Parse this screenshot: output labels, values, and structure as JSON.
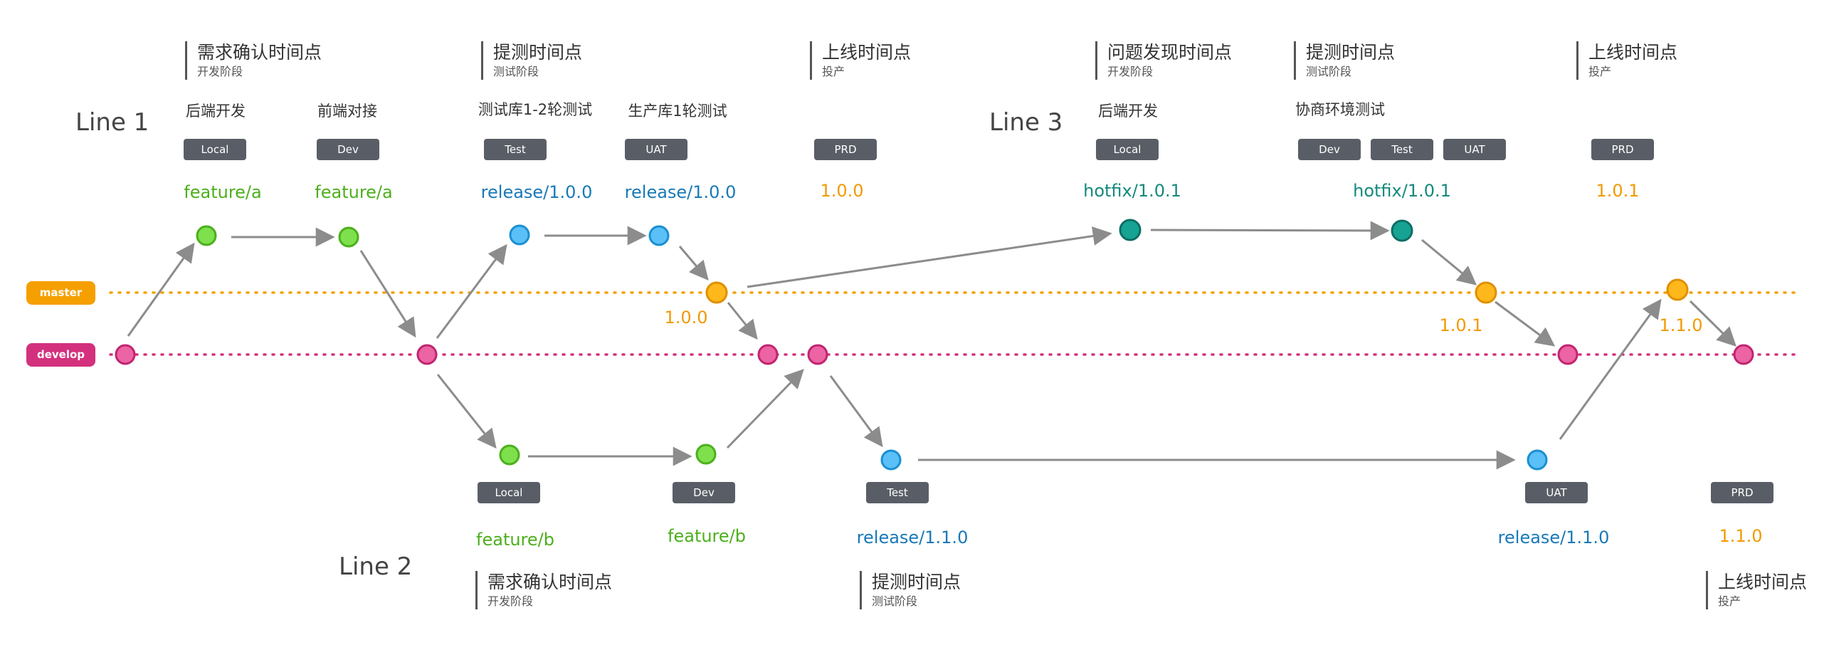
{
  "colors": {
    "master": "#f5a000",
    "develop": "#d3317e",
    "feature": "#4caf1c",
    "release": "#1979b8",
    "hotfix": "#138a7d",
    "version": "#f19a00",
    "arrow": "#8c8c8c",
    "env_tag": "#595e66"
  },
  "lines": {
    "line1": "Line 1",
    "line2": "Line 2",
    "line3": "Line 3"
  },
  "branches": {
    "master": "master",
    "develop": "develop"
  },
  "milestones": {
    "m1": {
      "title": "需求确认时间点",
      "sub": "开发阶段"
    },
    "m2": {
      "title": "提测时间点",
      "sub": "测试阶段"
    },
    "m3": {
      "title": "上线时间点",
      "sub": "投产"
    },
    "m4": {
      "title": "问题发现时间点",
      "sub": "开发阶段"
    },
    "m5": {
      "title": "提测时间点",
      "sub": "测试阶段"
    },
    "m6": {
      "title": "上线时间点",
      "sub": "投产"
    },
    "m7": {
      "title": "需求确认时间点",
      "sub": "开发阶段"
    },
    "m8": {
      "title": "提测时间点",
      "sub": "测试阶段"
    },
    "m9": {
      "title": "上线时间点",
      "sub": "投产"
    }
  },
  "steps": {
    "s1": "后端开发",
    "s2": "前端对接",
    "s3": "测试库1-2轮测试",
    "s4": "生产库1轮测试",
    "s5": "后端开发",
    "s6": "协商环境测试"
  },
  "env_tags": {
    "e1": "Local",
    "e2": "Dev",
    "e3": "Test",
    "e4": "UAT",
    "e5": "PRD",
    "e6": "Local",
    "e7": "Dev",
    "e8": "Test",
    "e9": "UAT",
    "e10": "PRD",
    "e11": "Local",
    "e12": "Dev",
    "e13": "Test",
    "e14": "UAT",
    "e15": "PRD"
  },
  "branch_labels": {
    "b1": "feature/a",
    "b2": "feature/a",
    "b3": "release/1.0.0",
    "b4": "release/1.0.0",
    "b5": "1.0.0",
    "b6": "hotfix/1.0.1",
    "b7": "hotfix/1.0.1",
    "b8": "1.0.1",
    "b9": "feature/b",
    "b10": "feature/b",
    "b11": "release/1.1.0",
    "b12": "release/1.1.0",
    "b13": "1.1.0"
  },
  "version_tags": {
    "v1": "1.0.0",
    "v2": "1.0.1",
    "v3": "1.1.0"
  }
}
